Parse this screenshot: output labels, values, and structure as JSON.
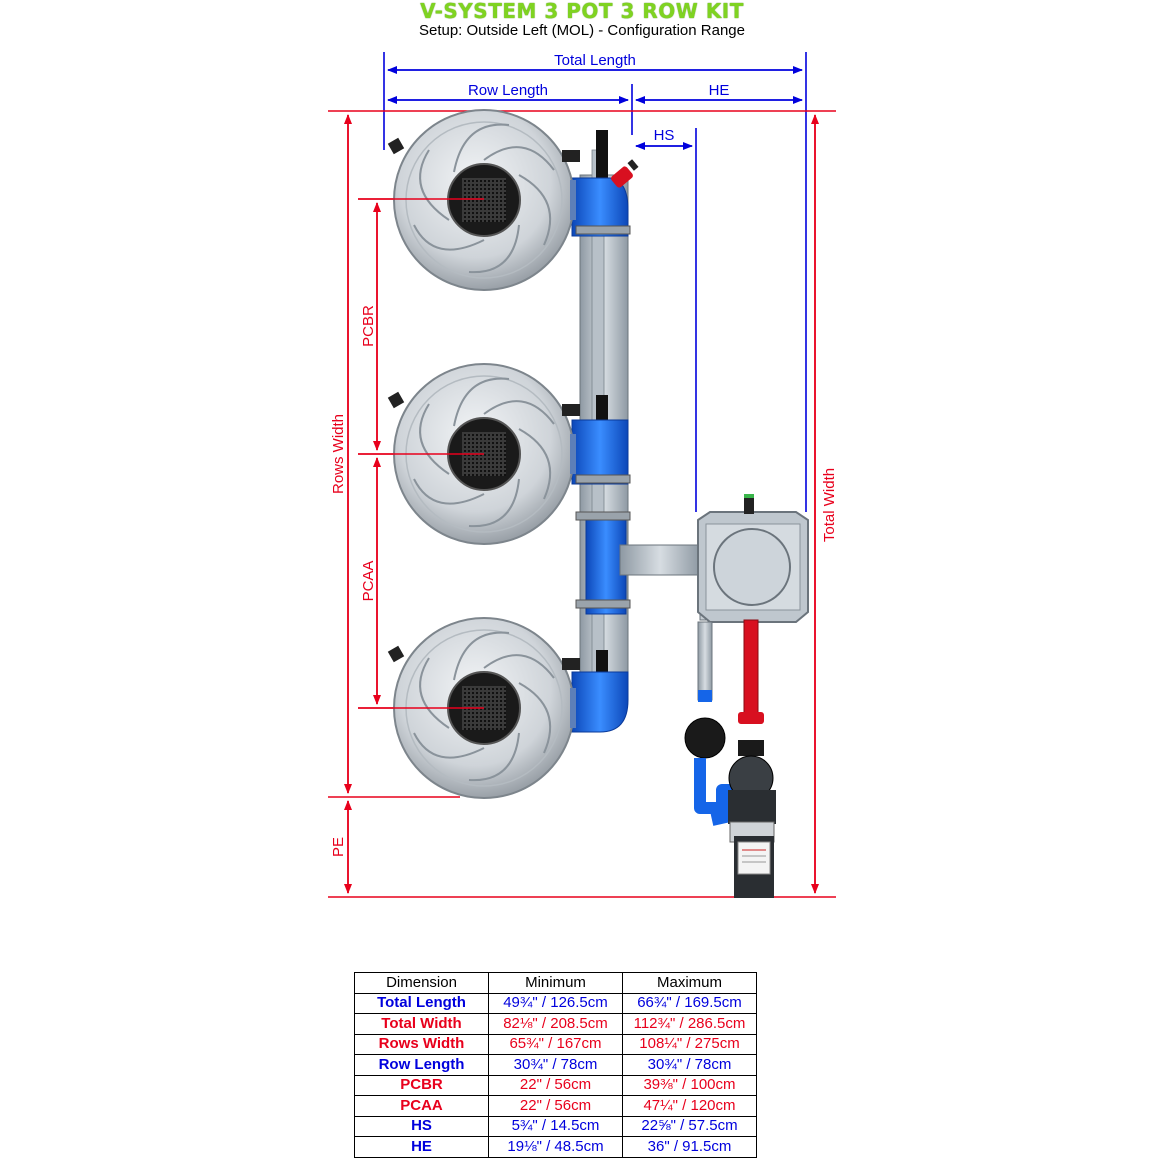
{
  "title": "V-SYSTEM 3 POT 3 ROW KIT",
  "subtitle": "Setup: Outside Left (MOL) - Configuration Range",
  "labels": {
    "total_length": "Total Length",
    "row_length": "Row Length",
    "he": "HE",
    "hs": "HS",
    "pcbr": "PCBR",
    "pcaa": "PCAA",
    "rows_width": "Rows Width",
    "total_width": "Total Width",
    "pe": "PE"
  },
  "colors": {
    "title_green": "#7fd321",
    "dim_blue": "#0000dd",
    "dim_red": "#e8001c",
    "pipe_blue": "#1565e8",
    "pipe_red": "#d81020"
  },
  "table": {
    "headers": [
      "Dimension",
      "Minimum",
      "Maximum"
    ],
    "rows": [
      {
        "dimension": "Total Length",
        "minimum": "49¾\" / 126.5cm",
        "maximum": "66¾\" / 169.5cm",
        "color": "#0000dd"
      },
      {
        "dimension": "Total Width",
        "minimum": "82⅛\" / 208.5cm",
        "maximum": "112¾\" / 286.5cm",
        "color": "#e8001c"
      },
      {
        "dimension": "Rows Width",
        "minimum": "65¾\" / 167cm",
        "maximum": "108¼\" / 275cm",
        "color": "#e8001c"
      },
      {
        "dimension": "Row Length",
        "minimum": "30¾\" / 78cm",
        "maximum": "30¾\" / 78cm",
        "color": "#0000dd"
      },
      {
        "dimension": "PCBR",
        "minimum": "22\" / 56cm",
        "maximum": "39⅜\" / 100cm",
        "color": "#e8001c"
      },
      {
        "dimension": "PCAA",
        "minimum": "22\" / 56cm",
        "maximum": "47¼\" / 120cm",
        "color": "#e8001c"
      },
      {
        "dimension": "HS",
        "minimum": "5¾\" / 14.5cm",
        "maximum": "22⅝\" / 57.5cm",
        "color": "#0000dd"
      },
      {
        "dimension": "HE",
        "minimum": "19⅛\" / 48.5cm",
        "maximum": "36\" / 91.5cm",
        "color": "#0000dd"
      }
    ]
  }
}
